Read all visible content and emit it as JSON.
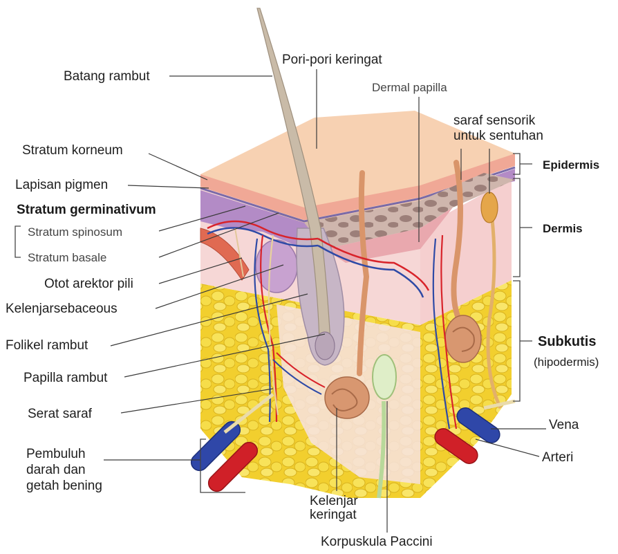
{
  "labels": {
    "hair_shaft": "Batang rambut",
    "sweat_pore": "Pori-pori keringat",
    "dermal_papilla": "Dermal papilla",
    "sensory_nerve_line1": "saraf sensorik",
    "sensory_nerve_line2": "untuk sentuhan",
    "stratum_corneum": "Stratum korneum",
    "pigment_layer": "Lapisan pigmen",
    "stratum_germinativum": "Stratum germinativum",
    "stratum_spinosum": "Stratum spinosum",
    "stratum_basale": "Stratum basale",
    "arrector_pili": "Otot arektor pili",
    "sebaceous_gland": "Kelenjarsebaceous",
    "hair_follicle": "Folikel rambut",
    "hair_papilla": "Papilla rambut",
    "nerve_fiber": "Serat saraf",
    "vessels_line1": "Pembuluh",
    "vessels_line2": "darah dan",
    "vessels_line3": "getah bening",
    "sweat_gland_line1": "Kelenjar",
    "sweat_gland_line2": "keringat",
    "pacinian": "Korpuskula Paccini",
    "epidermis": "Epidermis",
    "dermis": "Dermis",
    "subcutis": "Subkutis",
    "hypodermis": "(hipodermis)",
    "vein": "Vena",
    "artery": "Arteri"
  },
  "colors": {
    "epidermis_top": "#f7d2b4",
    "stratum_pink": "#f0a49a",
    "basal_purple": "#b18ac6",
    "dermis": "#f6d6d4",
    "fat": "#f3d83a",
    "artery": "#d8232a",
    "vein": "#2e4aa6",
    "hair": "#cbbfb0",
    "sweat_gland": "#d9956a"
  }
}
